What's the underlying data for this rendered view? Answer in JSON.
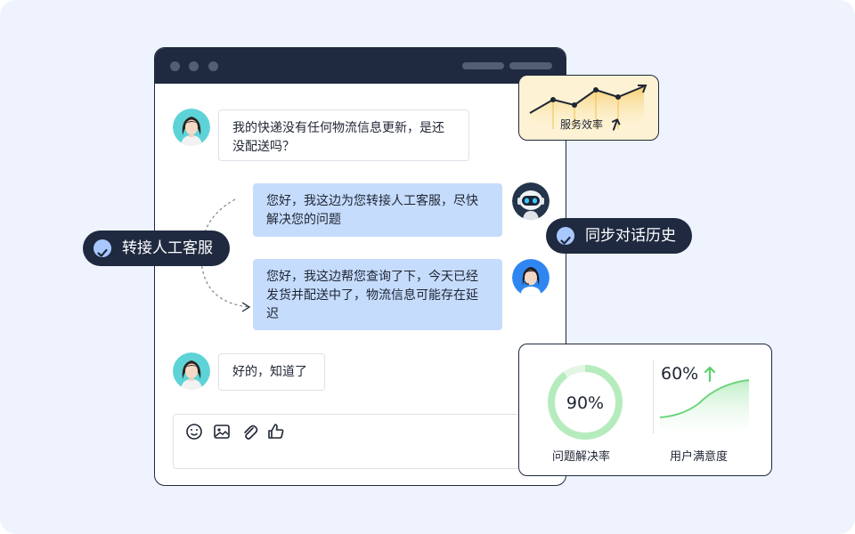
{
  "chat": {
    "messages": [
      {
        "role": "customer",
        "text": "我的快递没有任何物流信息更新，是还没配送吗？"
      },
      {
        "role": "bot",
        "text": "您好，我这边为您转接人工客服，尽快解决您的问题"
      },
      {
        "role": "agent",
        "text": "您好，我这边帮您查询了下，今天已经发货并配送中了，物流信息可能存在延迟"
      },
      {
        "role": "customer",
        "text": "好的，知道了"
      }
    ],
    "toolbar_icons": [
      "emoji-icon",
      "image-icon",
      "attachment-icon",
      "thumbs-up-icon"
    ]
  },
  "tags": {
    "transfer": "转接人工客服",
    "sync": "同步对话历史"
  },
  "efficiency_card": {
    "label": "服务效率"
  },
  "stats": {
    "resolution_rate_value": "90%",
    "resolution_rate_fraction": 0.9,
    "resolution_rate_label": "问题解决率",
    "satisfaction_value": "60%",
    "satisfaction_label": "用户满意度"
  },
  "colors": {
    "dark": "#1f2a40",
    "agent_bubble": "#c5dcfd",
    "check_circle": "#a9c8ff",
    "green": "#7fdc8c",
    "amber": "#f4c04a"
  }
}
